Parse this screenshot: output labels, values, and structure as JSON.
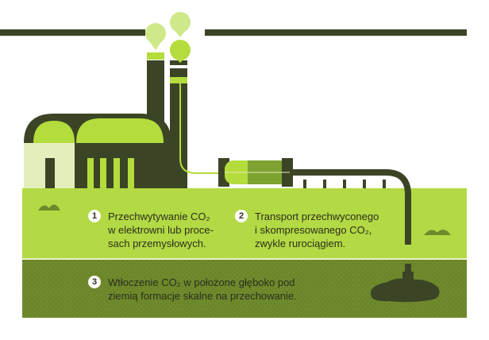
{
  "colors": {
    "dark": "#3b4526",
    "lime": "#b4dc3c",
    "pale_lime": "#cfe88a",
    "cream": "#e4edbc",
    "ground": "#b3d944",
    "underground": "#6f8a2c",
    "highlight": "#bfe23e"
  },
  "steps": [
    {
      "number": "1",
      "lines": [
        "Przechwytywanie CO₂",
        "w elektrowni lub proce-",
        "sach przemysłowych."
      ]
    },
    {
      "number": "2",
      "lines": [
        "Transport przechwyconego",
        "i skompresowanego CO₂,",
        "zwykle rurociągiem."
      ]
    },
    {
      "number": "3",
      "lines": [
        "Wtłoczenie CO₂ w położone głęboko pod",
        "ziemią formacje skalne na przechowanie."
      ]
    }
  ]
}
